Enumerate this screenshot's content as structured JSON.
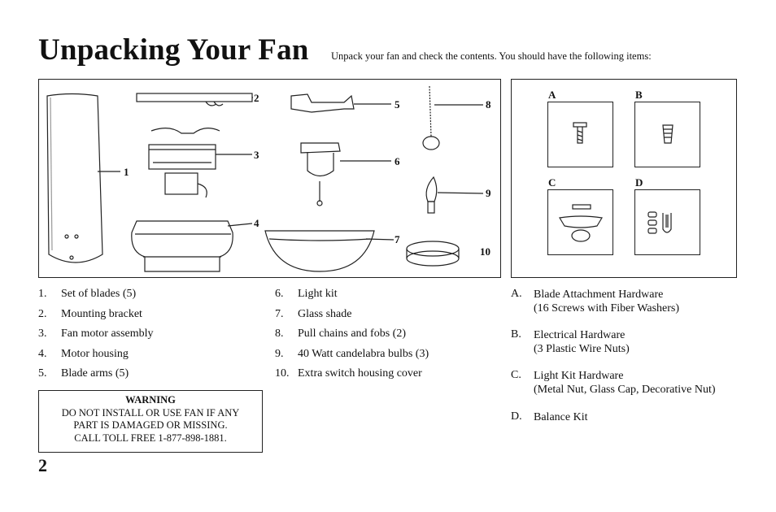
{
  "title": "Unpacking Your Fan",
  "intro": "Unpack your fan and check the contents. You should have the following items:",
  "diagram_callouts": [
    "1",
    "2",
    "3",
    "4",
    "5",
    "6",
    "7",
    "8",
    "9",
    "10"
  ],
  "hardware_labels": [
    "A",
    "B",
    "C",
    "D"
  ],
  "parts": [
    {
      "num": "1.",
      "text": "Set of blades (5)"
    },
    {
      "num": "2.",
      "text": "Mounting bracket"
    },
    {
      "num": "3.",
      "text": "Fan motor assembly"
    },
    {
      "num": "4.",
      "text": "Motor housing"
    },
    {
      "num": "5.",
      "text": "Blade arms (5)"
    },
    {
      "num": "6.",
      "text": "Light kit"
    },
    {
      "num": "7.",
      "text": "Glass shade"
    },
    {
      "num": "8.",
      "text": "Pull chains and fobs (2)"
    },
    {
      "num": "9.",
      "text": "40 Watt candelabra bulbs (3)"
    },
    {
      "num": "10.",
      "text": "Extra switch housing cover"
    }
  ],
  "hardware": [
    {
      "letter": "A.",
      "line1": "Blade Attachment Hardware",
      "line2": "(16 Screws with Fiber Washers)"
    },
    {
      "letter": "B.",
      "line1": "Electrical Hardware",
      "line2": "(3 Plastic Wire Nuts)"
    },
    {
      "letter": "C.",
      "line1": "Light Kit Hardware",
      "line2": "(Metal Nut, Glass Cap, Decorative Nut)"
    },
    {
      "letter": "D.",
      "line1": "Balance Kit",
      "line2": ""
    }
  ],
  "warning": {
    "title": "WARNING",
    "line1": "DO NOT INSTALL OR USE FAN IF ANY",
    "line2": "PART IS DAMAGED OR MISSING.",
    "line3": "CALL TOLL FREE 1-877-898-1881."
  },
  "page_number": "2"
}
